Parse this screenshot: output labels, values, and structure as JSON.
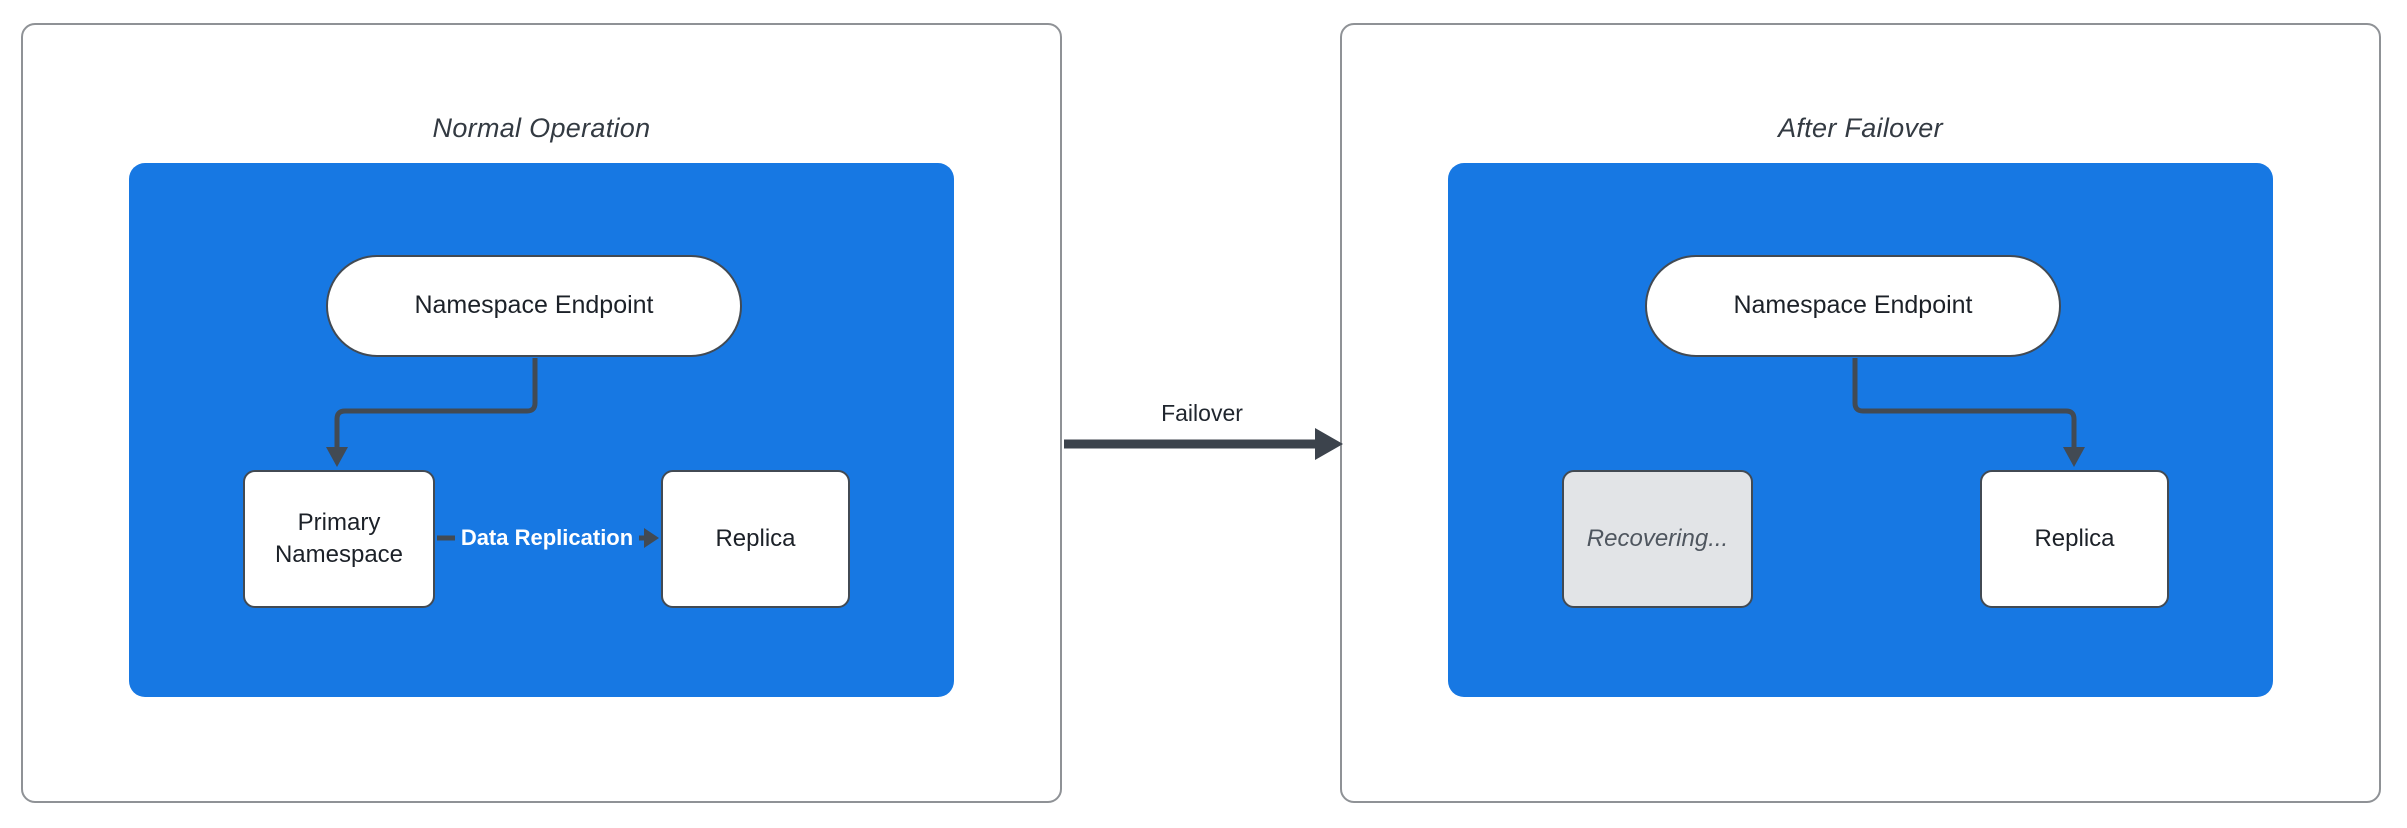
{
  "colors": {
    "cluster_blue": "#1778E3",
    "connector_dark": "#424A53",
    "panel_border": "#8F9296",
    "node_border": "#424A53",
    "title_text": "#333A42",
    "node_text": "#1C2128",
    "recovering_bg": "#E2E4E7",
    "recovering_text": "#4F565F",
    "edge_label_on_blue": "#FFFFFF"
  },
  "left_panel": {
    "title": "Normal Operation",
    "endpoint_label": "Namespace Endpoint",
    "primary_label": "Primary Namespace",
    "replica_label": "Replica",
    "replication_edge_label": "Data Replication"
  },
  "failover_edge": {
    "label": "Failover"
  },
  "right_panel": {
    "title": "After Failover",
    "endpoint_label": "Namespace Endpoint",
    "recovering_label": "Recovering...",
    "replica_label": "Replica"
  }
}
